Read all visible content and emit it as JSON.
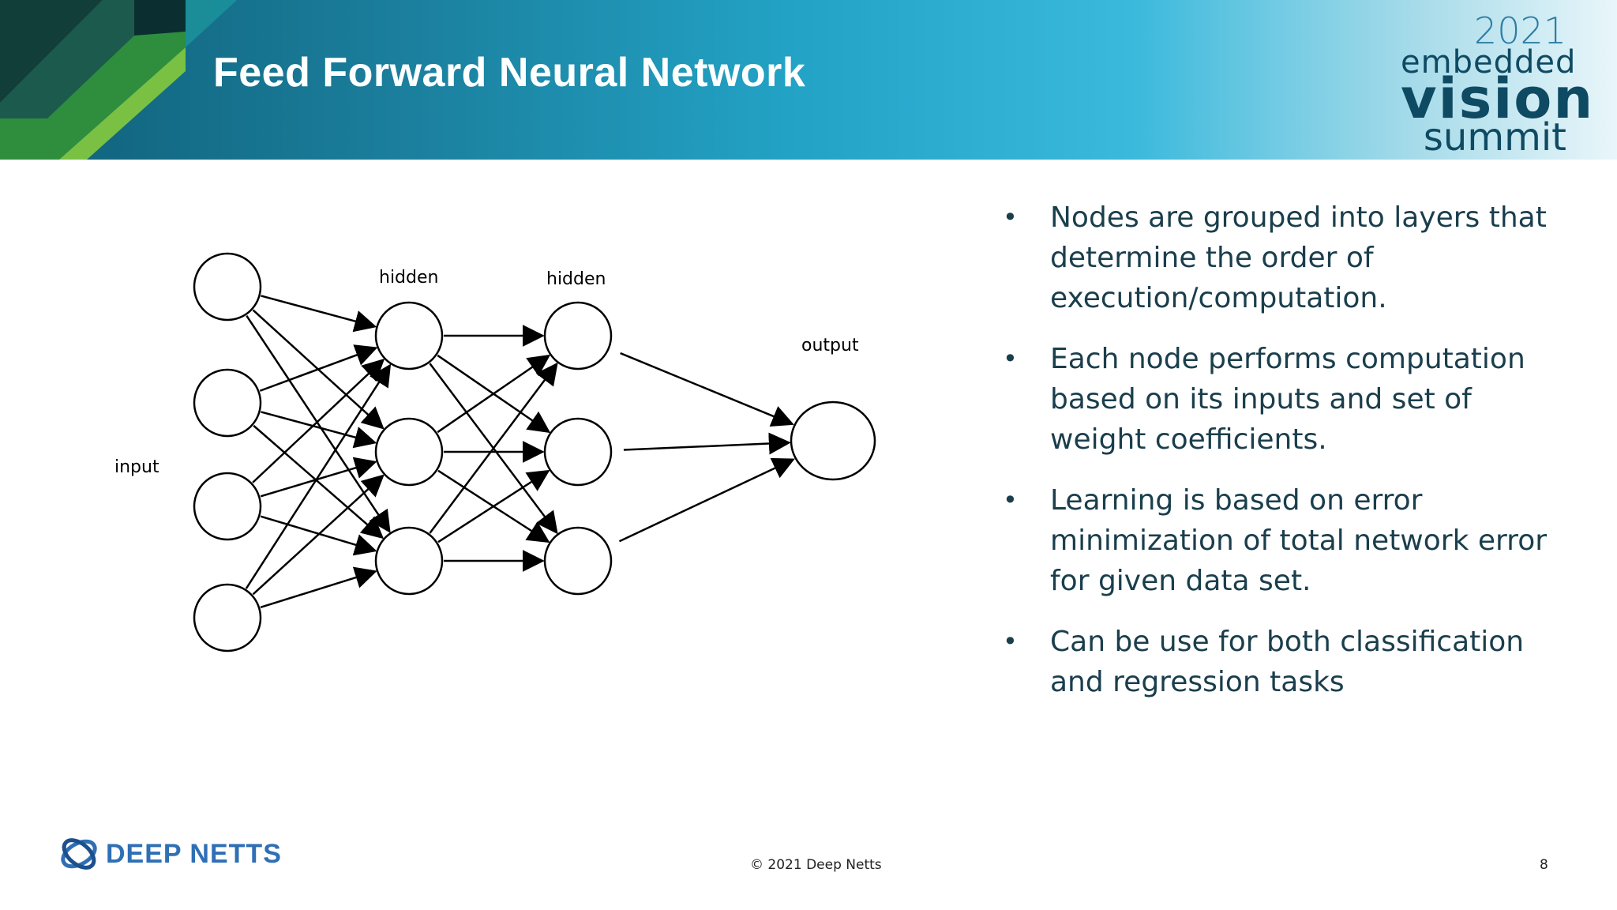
{
  "slide": {
    "title": "Feed Forward Neural Network",
    "page_number": "8",
    "copyright": "© 2021 Deep Netts"
  },
  "event_logo": {
    "year": "2021",
    "line1": "embedded",
    "line2": "vision",
    "line3": "summit"
  },
  "brand_logo": {
    "text": "DEEP NETTS"
  },
  "diagram": {
    "labels": {
      "input": "input",
      "hidden1": "hidden",
      "hidden2": "hidden",
      "output": "output"
    },
    "layers": [
      {
        "name": "input",
        "nodes": 4
      },
      {
        "name": "hidden",
        "nodes": 3
      },
      {
        "name": "hidden",
        "nodes": 3
      },
      {
        "name": "output",
        "nodes": 1
      }
    ]
  },
  "bullets": [
    "Nodes are grouped into layers that determine the order of execution/computation.",
    "Each node performs computation based on its inputs and set of weight coefficients.",
    "Learning is based on error minimization of total network error for given data set.",
    "Can be use for both classification and regression tasks"
  ],
  "colors": {
    "banner_dark": "#0f5f78",
    "banner_mid": "#23a4c7",
    "bullet_text": "#1a3e4c",
    "accent_green": "#7ac143",
    "brand_blue": "#2f6fb5"
  }
}
